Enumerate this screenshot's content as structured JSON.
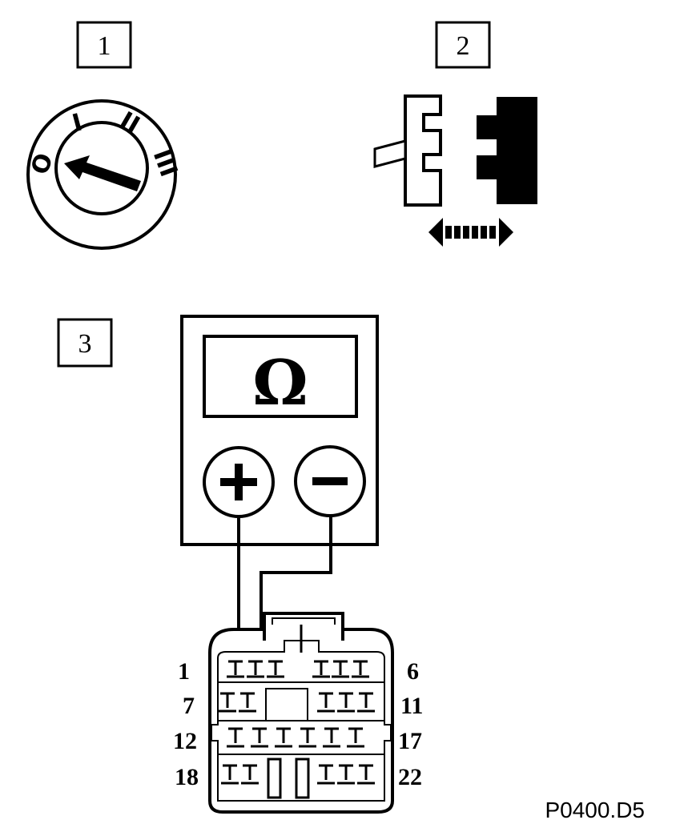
{
  "steps": {
    "s1": "1",
    "s2": "2",
    "s3": "3"
  },
  "ignition": {
    "positions": [
      "O",
      "I",
      "II",
      "III"
    ]
  },
  "meter": {
    "unit_symbol": "Ω",
    "plus": "+",
    "minus": "−"
  },
  "connector": {
    "row_labels_left": [
      "1",
      "7",
      "12",
      "18"
    ],
    "row_labels_right": [
      "6",
      "11",
      "17",
      "22"
    ]
  },
  "figure_ref": "P0400.D5"
}
